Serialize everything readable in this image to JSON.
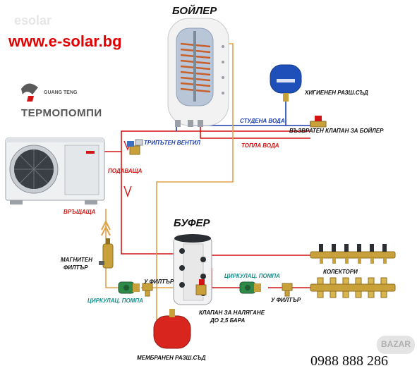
{
  "watermark": "esolar",
  "website": "www.e-solar.bg",
  "brand": {
    "logo_text": "GUANG TENG",
    "product": "ТЕРМОПОМПИ"
  },
  "labels": {
    "boiler": "БОЙЛЕР",
    "buffer": "БУФЕР",
    "hygienic_tank": "ХИГИЕНЕН РАЗШ.СЪД",
    "cold_water": "СТУДЕНА ВОДА",
    "return_valve": "ВЪЗВРАТЕН КЛАПАН ЗА БОЙЛЕР",
    "hot_water": "ТОПЛА ВОДА",
    "three_way_valve": "ТРИПЪТЕН ВЕНТИЛ",
    "supply": "ПОДАВАЩА",
    "return": "ВРЪЩАЩА",
    "magnetic_filter_1": "МАГНИТЕН",
    "magnetic_filter_2": "ФИЛТЪР",
    "y_filter_1": "У ФИЛТЪР",
    "circ_pump_1": "ЦИРКУЛАЦ. ПОМПА",
    "circ_pump_2": "ЦИРКУЛАЦ. ПОМПА",
    "collectors": "КОЛЕКТОРИ",
    "y_filter_2": "У ФИЛТЪР",
    "pressure_valve_1": "КЛАПАН ЗА НАЛЯГАНЕ",
    "pressure_valve_2": "ДО 2,5 БАРА",
    "membrane_tank": "МЕМБРАНЕН РАЗШ.СЪД"
  },
  "phone": "0988 888 286",
  "corner_logo": "BAZAR",
  "colors": {
    "supply_pipe": "#d21414",
    "cold_pipe": "#1a3db3",
    "return_pipe": "#e0a24a",
    "boiler_body": "#f2f2f2",
    "tank_red": "#d8261e",
    "tank_blue": "#1f4fb8",
    "pump_green": "#2f8a4a",
    "brass": "#c9a13b",
    "website_red": "#e00000"
  },
  "icons": [
    "heat-pump-icon",
    "boiler-icon",
    "buffer-tank-icon",
    "expansion-tank-icon",
    "pump-icon",
    "valve-icon",
    "filter-icon",
    "manifold-icon"
  ]
}
